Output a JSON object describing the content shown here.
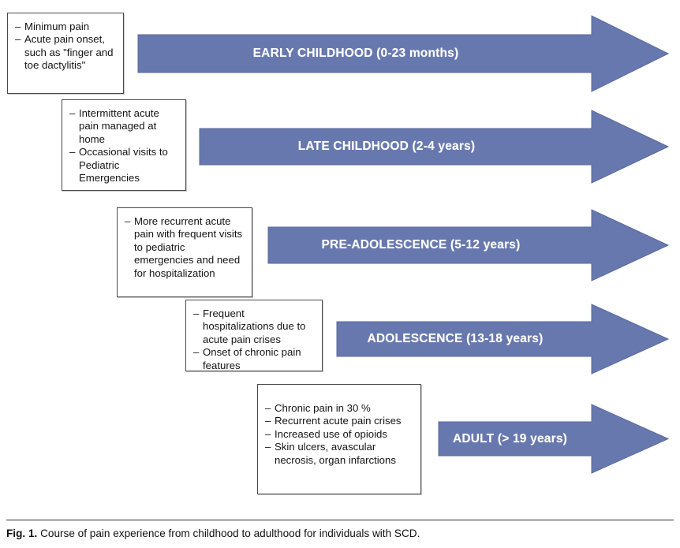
{
  "figure": {
    "caption_label": "Fig. 1.",
    "caption_text": "Course of pain experience from childhood to adulthood for individuals with SCD.",
    "arrow_color": "#6778AE",
    "arrow_edge_color": "#5a6a9d",
    "box_border_color": "#4a4a48",
    "label_color": "#ffffff"
  },
  "stages": [
    {
      "id": "early-childhood",
      "arrow_label": "EARLY CHILDHOOD (0-23 months)",
      "bullets": [
        "Minimum pain",
        "Acute pain onset, such as \"finger and toe dactylitis\""
      ]
    },
    {
      "id": "late-childhood",
      "arrow_label": "LATE CHILDHOOD (2-4 years)",
      "bullets": [
        "Intermittent acute pain managed at home",
        "Occasional visits to Pediatric Emergencies"
      ]
    },
    {
      "id": "pre-adolescence",
      "arrow_label": "PRE-ADOLESCENCE (5-12 years)",
      "bullets": [
        "More recurrent acute pain with frequent visits to pediatric emergencies and need for hospitalization"
      ]
    },
    {
      "id": "adolescence",
      "arrow_label": "ADOLESCENCE (13-18 years)",
      "bullets": [
        "Frequent hospitalizations due to acute pain crises",
        "Onset of chronic pain features"
      ]
    },
    {
      "id": "adult",
      "arrow_label": "ADULT (> 19 years)",
      "bullets": [
        "Chronic pain in 30 %",
        "Recurrent acute pain crises",
        "Increased use of opioids",
        "Skin ulcers, avascular necrosis, organ infarctions"
      ]
    }
  ]
}
